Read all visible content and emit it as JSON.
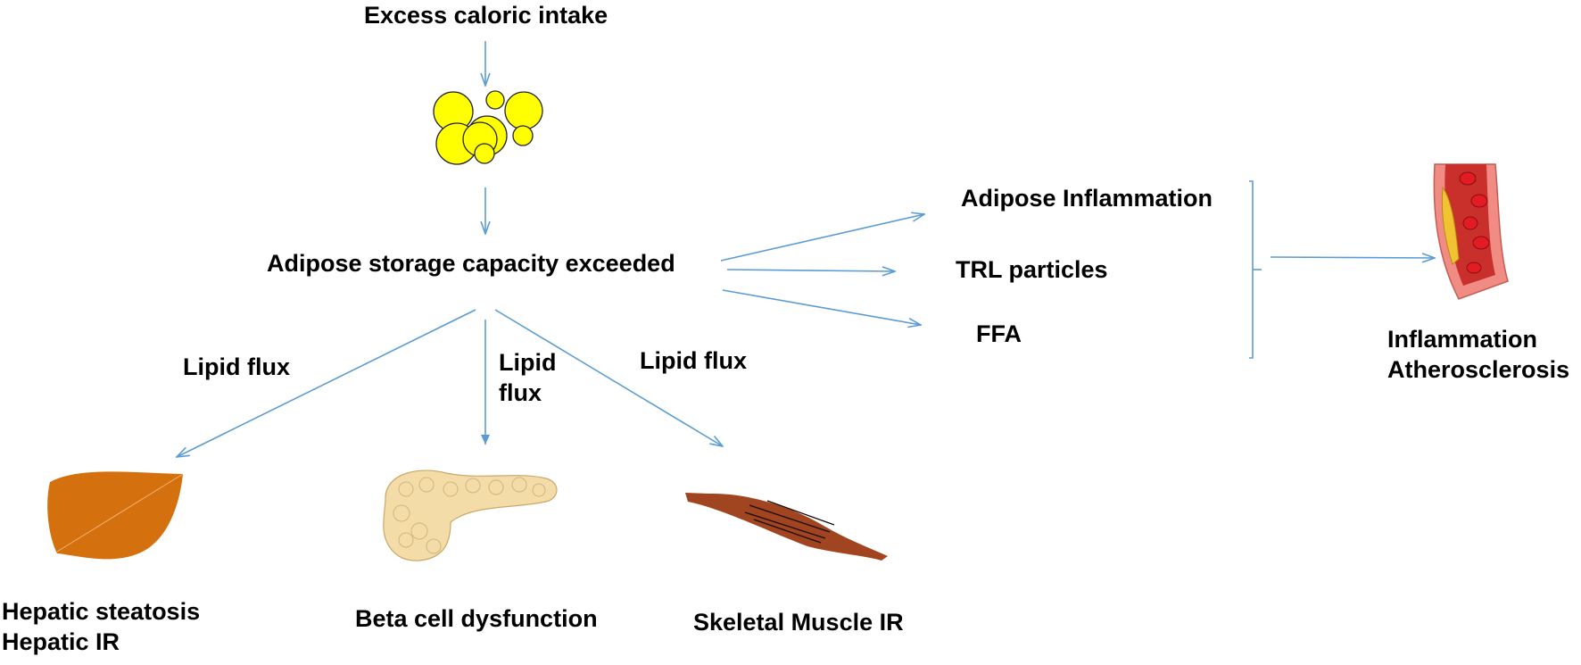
{
  "colors": {
    "arrow": "#5b9bd5",
    "fat_cell": "#ffff00",
    "liver": "#d4710e",
    "muscle": "#a0451f",
    "pancreas": "#f3dca7",
    "vessel_wall": "#f08c84",
    "blood_cell": "#e31b23"
  },
  "nodes": {
    "caloric_intake": "Excess caloric intake",
    "storage_exceeded": "Adipose storage capacity exceeded",
    "adipose_inflammation": "Adipose Inflammation",
    "trl_particles": "TRL particles",
    "ffa": "FFA",
    "outcome_vascular": {
      "line1": "Inflammation",
      "line2": "Atherosclerosis"
    },
    "outcome_liver": {
      "line1": "Hepatic steatosis",
      "line2": "Hepatic IR"
    },
    "outcome_pancreas": "Beta cell dysfunction",
    "outcome_muscle": "Skeletal Muscle IR"
  },
  "edge_labels": {
    "lipid_flux_liver": "Lipid flux",
    "lipid_flux_pancreas": {
      "line1": "Lipid",
      "line2": "flux"
    },
    "lipid_flux_muscle": "Lipid flux"
  },
  "icons": {
    "fat_cells": "adipose-cells-icon",
    "liver": "liver-icon",
    "pancreas": "pancreas-icon",
    "muscle": "skeletal-muscle-icon",
    "vessel": "artery-plaque-icon"
  }
}
